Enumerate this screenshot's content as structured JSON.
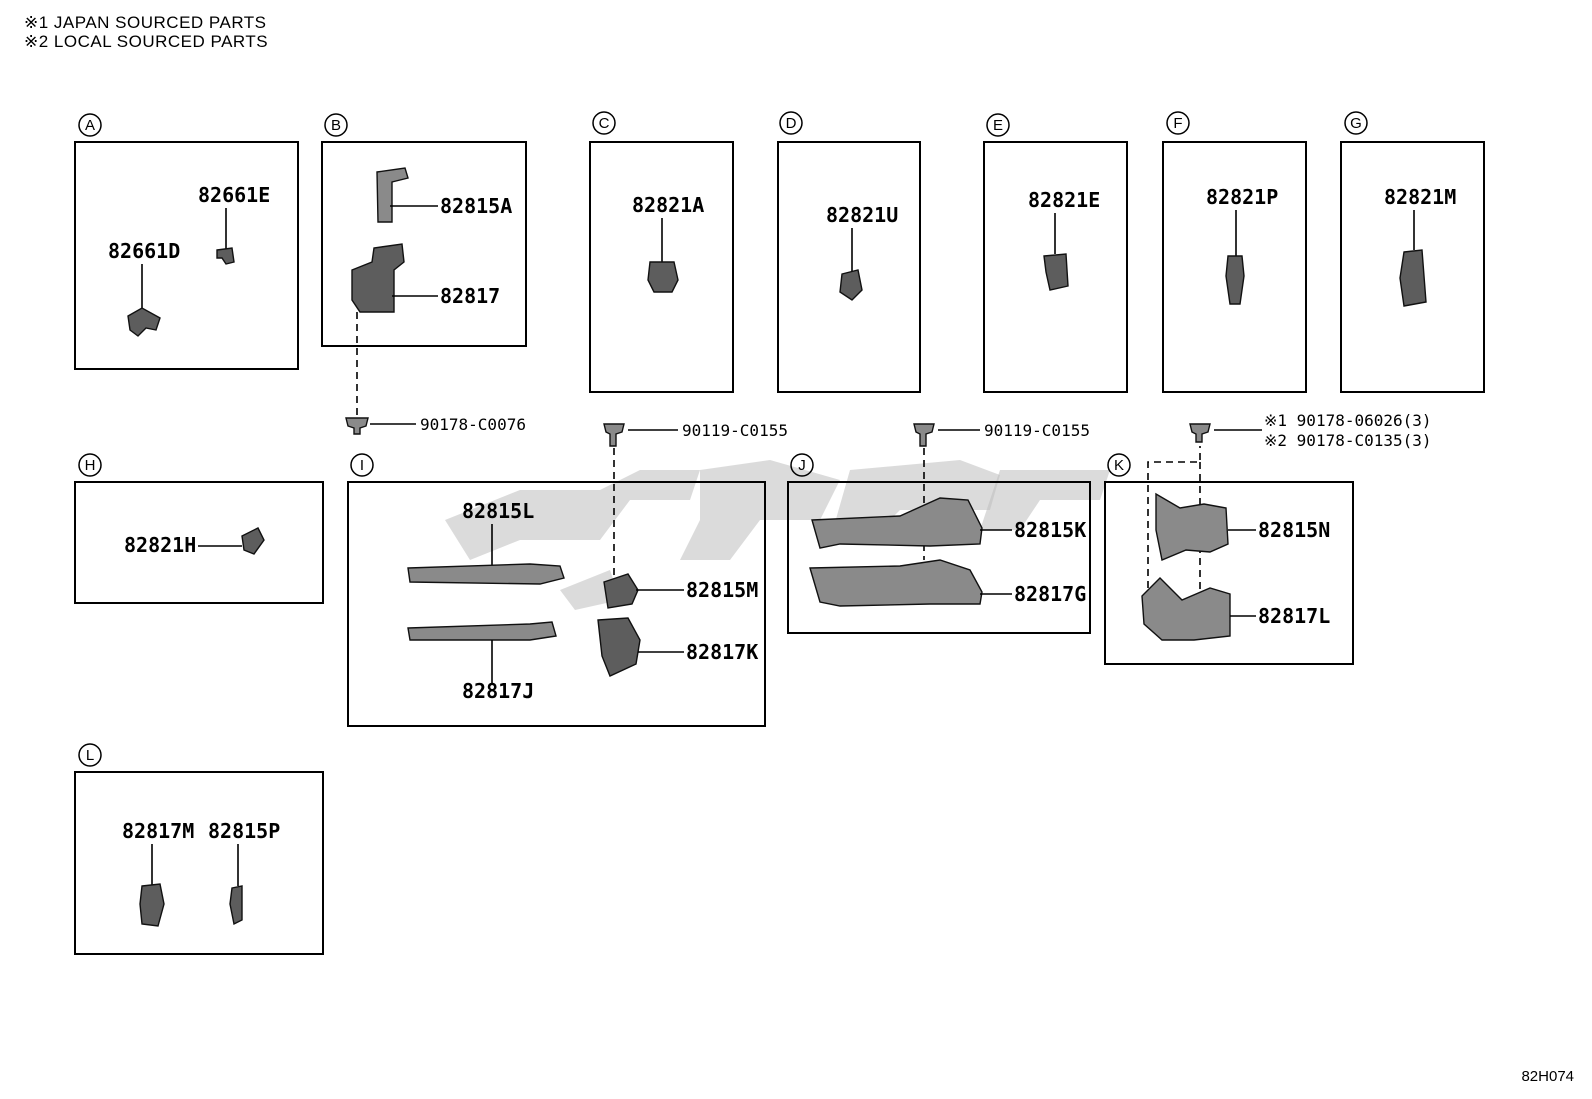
{
  "notes": [
    "※1 JAPAN SOURCED PARTS",
    "※2 LOCAL SOURCED PARTS"
  ],
  "drawing_code": "82H074",
  "groups": {
    "A": {
      "letter": "A",
      "parts": [
        "82661E",
        "82661D"
      ]
    },
    "B": {
      "letter": "B",
      "parts": [
        "82815A",
        "82817"
      ]
    },
    "C": {
      "letter": "C",
      "parts": [
        "82821A"
      ]
    },
    "D": {
      "letter": "D",
      "parts": [
        "82821U"
      ]
    },
    "E": {
      "letter": "E",
      "parts": [
        "82821E"
      ]
    },
    "F": {
      "letter": "F",
      "parts": [
        "82821P"
      ]
    },
    "G": {
      "letter": "G",
      "parts": [
        "82821M"
      ]
    },
    "H": {
      "letter": "H",
      "parts": [
        "82821H"
      ]
    },
    "I": {
      "letter": "I",
      "parts": [
        "82815L",
        "82815M",
        "82817K",
        "82817J"
      ]
    },
    "J": {
      "letter": "J",
      "parts": [
        "82815K",
        "82817G"
      ]
    },
    "K": {
      "letter": "K",
      "parts": [
        "82815N",
        "82817L"
      ]
    },
    "L": {
      "letter": "L",
      "parts": [
        "82817M",
        "82815P"
      ]
    }
  },
  "fasteners": [
    "90178-C0076",
    "90119-C0155",
    "90119-C0155",
    "※1 90178-06026(3)",
    "※2 90178-C0135(3)"
  ]
}
